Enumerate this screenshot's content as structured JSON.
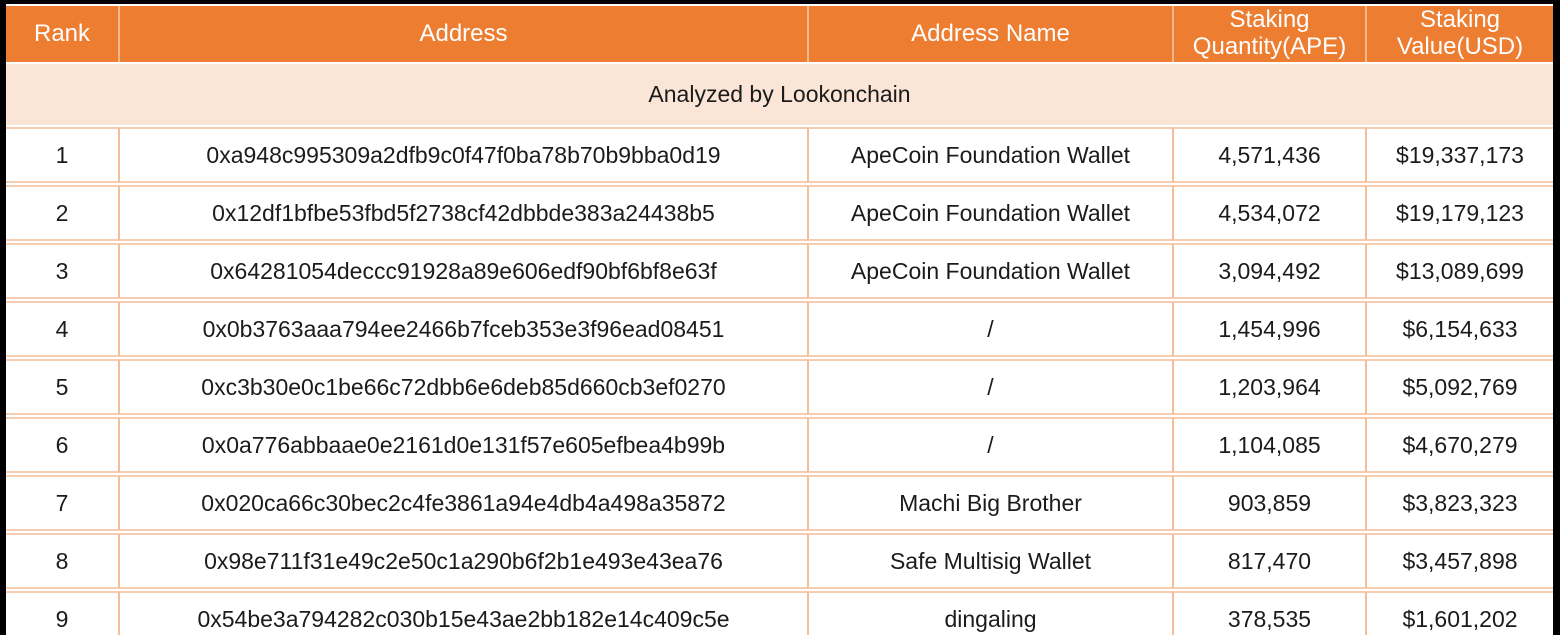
{
  "chart_data": {
    "type": "table",
    "banner": "Analyzed by Lookonchain",
    "columns": [
      "Rank",
      "Address",
      "Address Name",
      "Staking Quantity(APE)",
      "Staking Value(USD)"
    ],
    "rows": [
      {
        "rank": "1",
        "address": "0xa948c995309a2dfb9c0f47f0ba78b70b9bba0d19",
        "name": "ApeCoin Foundation Wallet",
        "quantity": "4,571,436",
        "value": "$19,337,173"
      },
      {
        "rank": "2",
        "address": "0x12df1bfbe53fbd5f2738cf42dbbde383a24438b5",
        "name": "ApeCoin Foundation Wallet",
        "quantity": "4,534,072",
        "value": "$19,179,123"
      },
      {
        "rank": "3",
        "address": "0x64281054deccc91928a89e606edf90bf6bf8e63f",
        "name": "ApeCoin Foundation Wallet",
        "quantity": "3,094,492",
        "value": "$13,089,699"
      },
      {
        "rank": "4",
        "address": "0x0b3763aaa794ee2466b7fceb353e3f96ead08451",
        "name": "/",
        "quantity": "1,454,996",
        "value": "$6,154,633"
      },
      {
        "rank": "5",
        "address": "0xc3b30e0c1be66c72dbb6e6deb85d660cb3ef0270",
        "name": "/",
        "quantity": "1,203,964",
        "value": "$5,092,769"
      },
      {
        "rank": "6",
        "address": "0x0a776abbaae0e2161d0e131f57e605efbea4b99b",
        "name": "/",
        "quantity": "1,104,085",
        "value": "$4,670,279"
      },
      {
        "rank": "7",
        "address": "0x020ca66c30bec2c4fe3861a94e4db4a498a35872",
        "name": "Machi Big Brother",
        "quantity": "903,859",
        "value": "$3,823,323"
      },
      {
        "rank": "8",
        "address": "0x98e711f31e49c2e50c1a290b6f2b1e493e43ea76",
        "name": "Safe Multisig Wallet",
        "quantity": "817,470",
        "value": "$3,457,898"
      },
      {
        "rank": "9",
        "address": "0x54be3a794282c030b15e43ae2bb182e14c409c5e",
        "name": "dingaling",
        "quantity": "378,535",
        "value": "$1,601,202"
      }
    ]
  },
  "colors": {
    "header_bg": "#ED7D31",
    "header_text": "#FFFFFF",
    "banner_bg": "#FBE5D6",
    "row_bg": "#FFFFFF",
    "border_horizontal": "#F6CDB0",
    "border_vertical": "#F2BE9C",
    "body_text": "#1B1B1B",
    "frame": "#000000"
  }
}
